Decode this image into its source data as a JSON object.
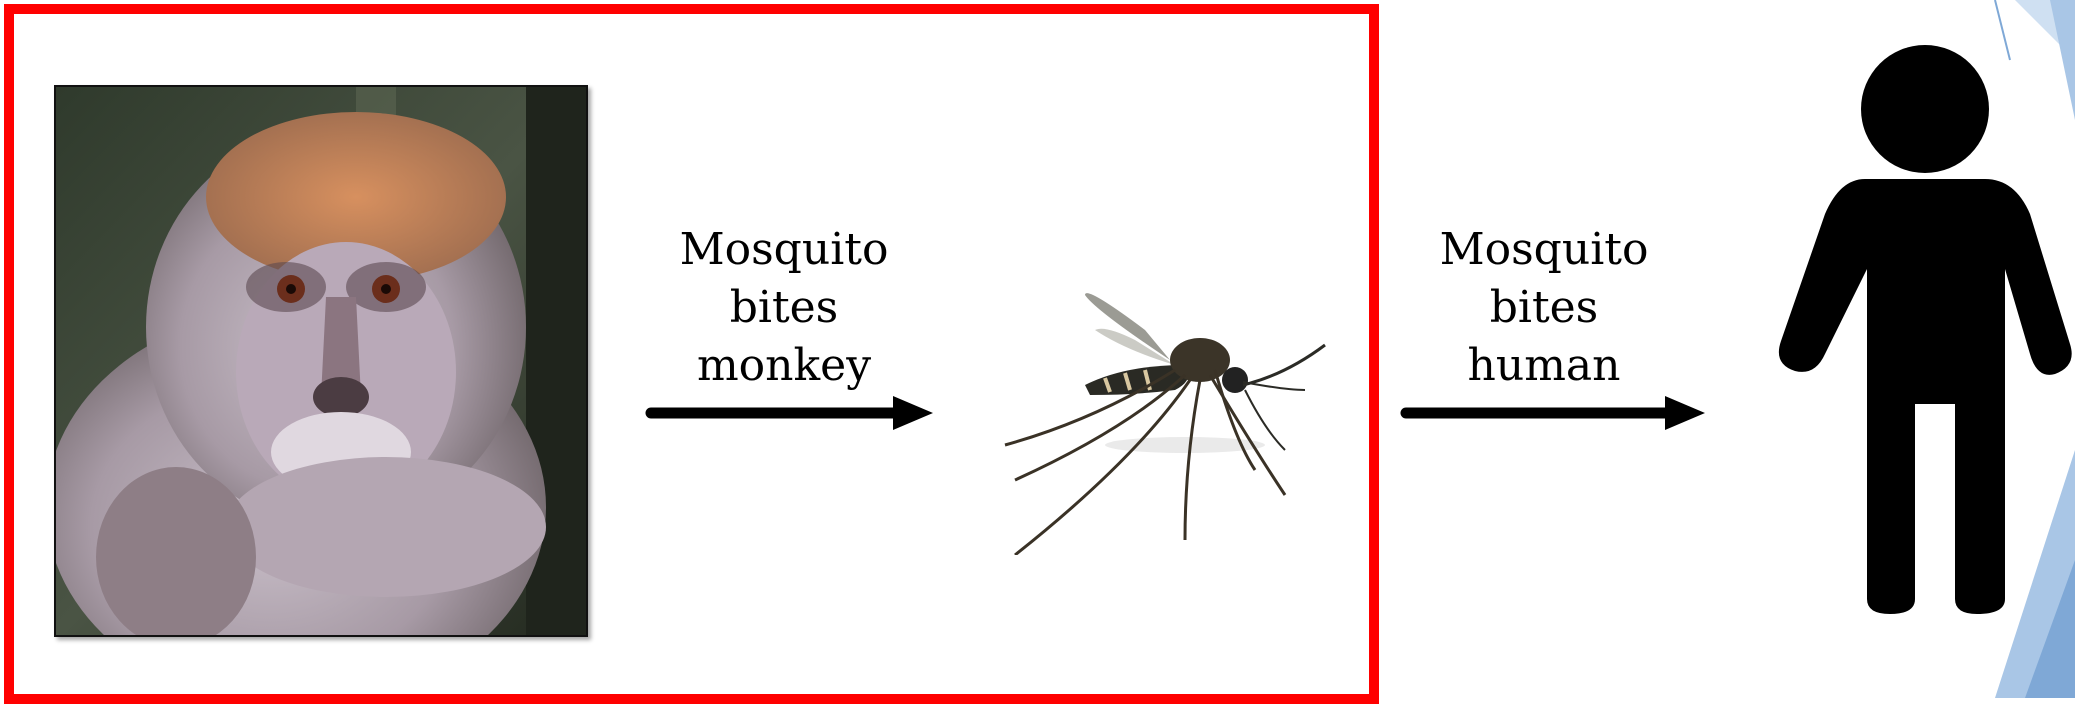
{
  "diagram": {
    "highlight_color": "#ff0000",
    "steps": [
      {
        "lines": [
          "Mosquito",
          "bites",
          "monkey"
        ]
      },
      {
        "lines": [
          "Mosquito",
          "bites",
          "human"
        ]
      }
    ],
    "icons": [
      "monkey-photo",
      "mosquito-image",
      "person-icon"
    ]
  }
}
